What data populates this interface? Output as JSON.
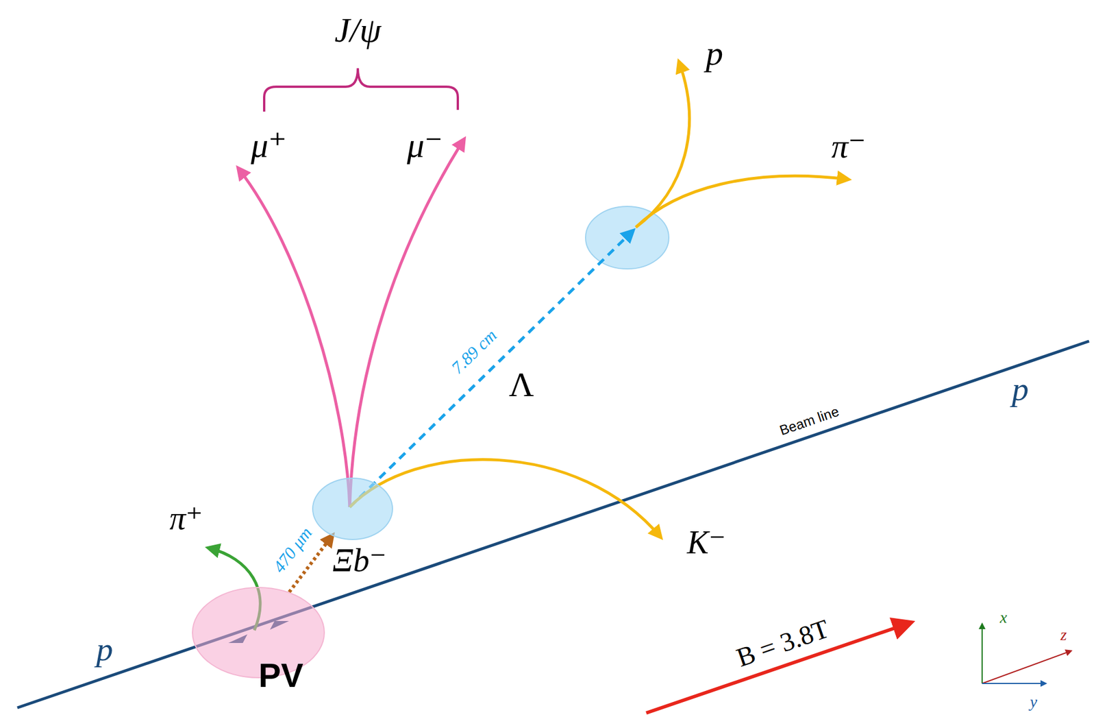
{
  "diagram": {
    "nodes": [
      {
        "text": [
          "PV"
        ]
      },
      {
        "text": [
          "Ξb⁻"
        ]
      }
    ],
    "edges": [
      {
        "from": 0,
        "to": 1,
        "arrow": "to",
        "label": "470 μm"
      }
    ],
    "labels": [
      "J/ψ",
      "μ⁺",
      "μ⁻",
      "p",
      "π⁻",
      "7.89 cm",
      "Λ",
      "Beam line",
      "p",
      "K⁻",
      "π⁺",
      "p",
      "B = 3.8T",
      "x",
      "z",
      "y"
    ]
  }
}
